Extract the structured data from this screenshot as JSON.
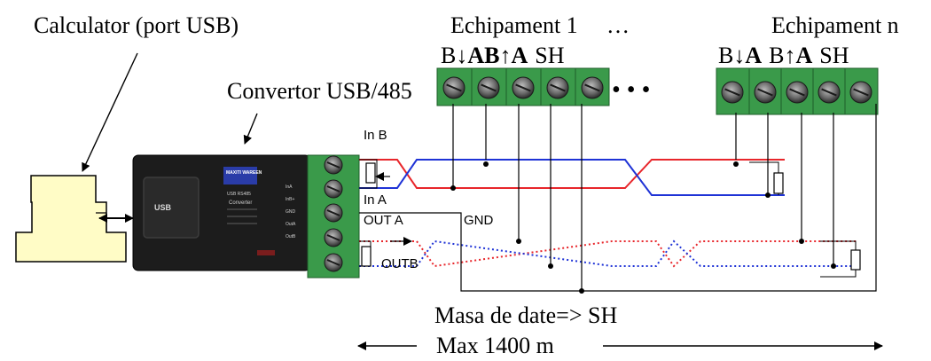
{
  "labels": {
    "calculator": "Calculator  (port USB)",
    "convertor": "Convertor USB/485",
    "equipment_1": "Echipament 1",
    "ellipsis_top": "…",
    "equipment_n": "Echipament n",
    "mass": "Masa de date=> SH",
    "max_length": "Max 1400 m",
    "in_b": "In B",
    "in_a": "In A",
    "out_a": "OUT A",
    "gnd": "GND",
    "outb": "OUTB",
    "dots": "• • •"
  },
  "equipment_1_pins": {
    "b": "B",
    "arrow_down": "↓",
    "ab": "AB",
    "arrow_up": "↑",
    "a": "A",
    "sh": "SH"
  },
  "equipment_n_pins": {
    "b": "B",
    "arrow_down": "↓",
    "a1": "A",
    "b2": "B",
    "arrow_up": "↑",
    "a2": "A",
    "sh": "SH"
  },
  "device_panel": {
    "usb": "USB",
    "brand": "MAXITI WAREEN",
    "title": "USB    RS485",
    "sub": "Converter",
    "pins": [
      "InA",
      "InB+",
      "GND",
      "OutA",
      "OutB"
    ]
  },
  "colors": {
    "red_wire": "#e8262b",
    "blue_wire": "#1f33d6",
    "device_body": "#1c1c1c",
    "terminal_green": "#3a9a4a",
    "computer_fill": "#fffcc6"
  }
}
